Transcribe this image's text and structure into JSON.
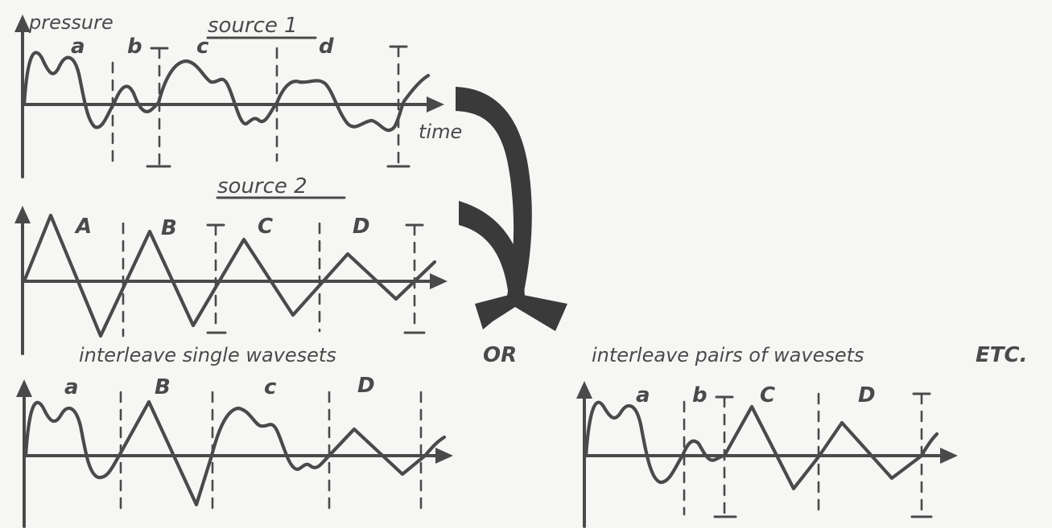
{
  "texts": {
    "pressure": "pressure",
    "time": "time",
    "source1": "source 1",
    "source2": "source 2",
    "caption_single": "interleave single wavesets",
    "or": "OR",
    "caption_pairs": "interleave pairs of wavesets",
    "etc": "ETC."
  },
  "source1_labels": [
    "a",
    "b",
    "c",
    "d"
  ],
  "source2_labels": [
    "A",
    "B",
    "C",
    "D"
  ],
  "single_labels": [
    "a",
    "B",
    "c",
    "D"
  ],
  "pairs_labels": [
    "a",
    "b",
    "C",
    "D"
  ],
  "colors": {
    "ink": "#4a4a4a",
    "paper": "#f6f6f4",
    "big_arrow": "#3a3a3a"
  }
}
